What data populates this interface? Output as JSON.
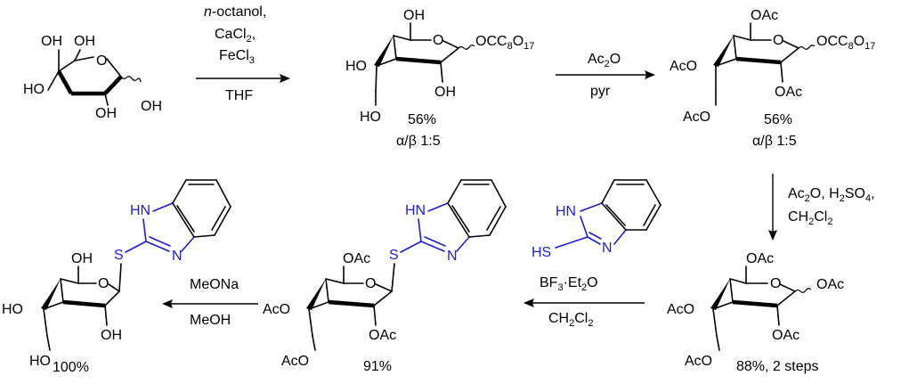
{
  "step1": {
    "reagent_line1_italic": "n",
    "reagent_line1_rest": "-octanol,",
    "reagent_line2": "CaCl",
    "reagent_line2_sub": "2",
    "reagent_line2_end": ",",
    "reagent_line3": "FeCl",
    "reagent_line3_sub": "3",
    "solvent": "THF"
  },
  "step2": {
    "reagent": "Ac",
    "reagent_sub": "2",
    "reagent_end": "O",
    "solvent": "pyr"
  },
  "step3": {
    "line1": "Ac",
    "line1_sub": "2",
    "line1_mid": "O, H",
    "line1_sub2": "2",
    "line1_mid2": "SO",
    "line1_sub3": "4",
    "line1_end": ",",
    "line2": "CH",
    "line2_sub": "2",
    "line2_mid": "Cl",
    "line2_sub2": "2"
  },
  "step4": {
    "reagent_a": "BF",
    "reagent_sub_a": "3",
    "reagent_dot": "·Et",
    "reagent_sub_b": "2",
    "reagent_end": "O",
    "solvent": "CH",
    "solvent_sub": "2",
    "solvent_mid": "Cl",
    "solvent_sub2": "2"
  },
  "step5": {
    "reagent": "MeONa",
    "solvent": "MeOH"
  },
  "labels": {
    "OH": "OH",
    "HO": "HO",
    "OAc": "OAc",
    "AcO": "AcO",
    "O": "O",
    "OC": "OC",
    "C8": "8",
    "H": "O",
    "H17": "17",
    "S": "S",
    "HS": "HS",
    "HN": "HN",
    "N": "N"
  },
  "yields": {
    "compound2_yield": "56%",
    "compound2_ratio": "α/β 1:5",
    "compound3_yield": "56%",
    "compound3_ratio": "α/β 1:5",
    "compound4_yield": "88%, 2 steps",
    "compound5_yield": "91%",
    "compound6_yield": "100%"
  }
}
